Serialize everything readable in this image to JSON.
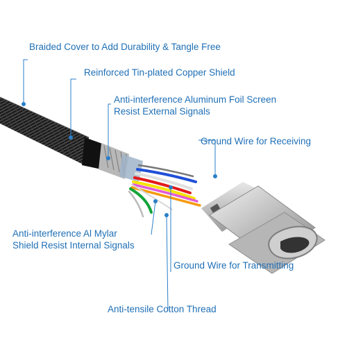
{
  "labels": {
    "braided_cover": "Braided Cover to Add Durability & Tangle Free",
    "copper_shield": "Reinforced Tin-plated Copper Shield",
    "foil_screen_line1": "Anti-interference Aluminum Foil Screen",
    "foil_screen_line2": "Resist External Signals",
    "ground_receiving": "Ground Wire for Receiving",
    "mylar_shield_line1": "Anti-interference Al Mylar",
    "mylar_shield_line2": "Shield Resist Internal Signals",
    "ground_transmitting": "Ground Wire for Transmitting",
    "cotton_thread": "Anti-tensile Cotton Thread"
  },
  "colors": {
    "label_text": "#1f6fb5",
    "leader_line": "#2a7fc8",
    "dot": "#2a7fc8",
    "cable_braid": "#1c1c1c",
    "connector_metal": "#c9c9c9"
  }
}
